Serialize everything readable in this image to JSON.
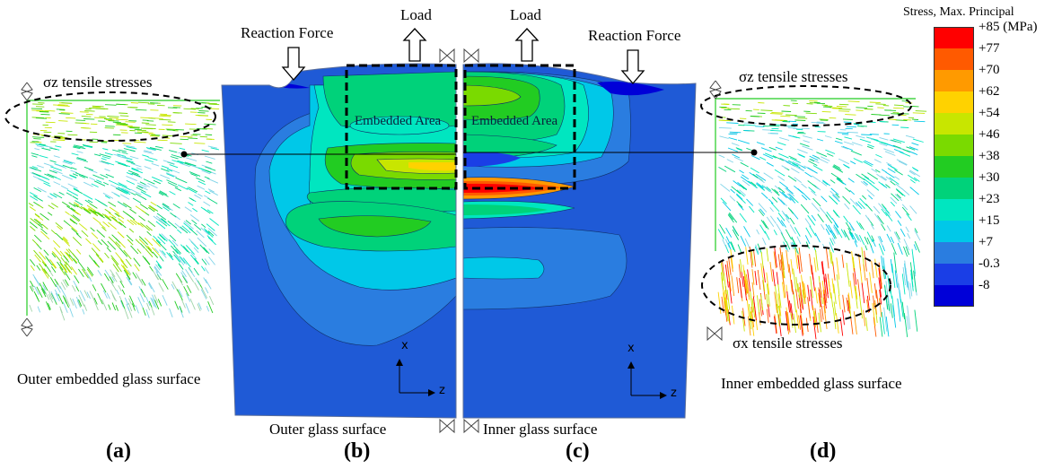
{
  "labels": {
    "load_left": "Load",
    "load_right": "Load",
    "reaction_left": "Reaction Force",
    "reaction_right": "Reaction Force",
    "tensile_z_left": "σz tensile stresses",
    "tensile_z_right": "σz tensile stresses",
    "tensile_x": "σx tensile stresses",
    "embedded_area_left": "Embedded Area",
    "embedded_area_right": "Embedded Area",
    "outer_embedded": "Outer embedded glass surface",
    "inner_embedded": "Inner embedded glass surface",
    "outer_glass": "Outer glass surface",
    "inner_glass": "Inner glass surface",
    "axis_x": "x",
    "axis_z": "z"
  },
  "subfigures": [
    "(a)",
    "(b)",
    "(c)",
    "(d)"
  ],
  "legend": {
    "title": "Stress, Max. Principal",
    "unit": "(MPa)",
    "levels": [
      {
        "value": "+85",
        "color": "#ff0000"
      },
      {
        "value": "+77",
        "color": "#ff5a00"
      },
      {
        "value": "+70",
        "color": "#ff9a00"
      },
      {
        "value": "+62",
        "color": "#ffd200"
      },
      {
        "value": "+54",
        "color": "#c8e600"
      },
      {
        "value": "+46",
        "color": "#7ada00"
      },
      {
        "value": "+38",
        "color": "#22cc22"
      },
      {
        "value": "+30",
        "color": "#00d27a"
      },
      {
        "value": "+23",
        "color": "#00e6c0"
      },
      {
        "value": "+15",
        "color": "#00c8e8"
      },
      {
        "value": "+7",
        "color": "#2a7de0"
      },
      {
        "value": "-0.3",
        "color": "#1a3ee6"
      },
      {
        "value": "-8",
        "color": "#0000d8"
      }
    ]
  },
  "colors": {
    "base_blue": "#1f5ad6",
    "arrow_fill": "#ffffff"
  }
}
